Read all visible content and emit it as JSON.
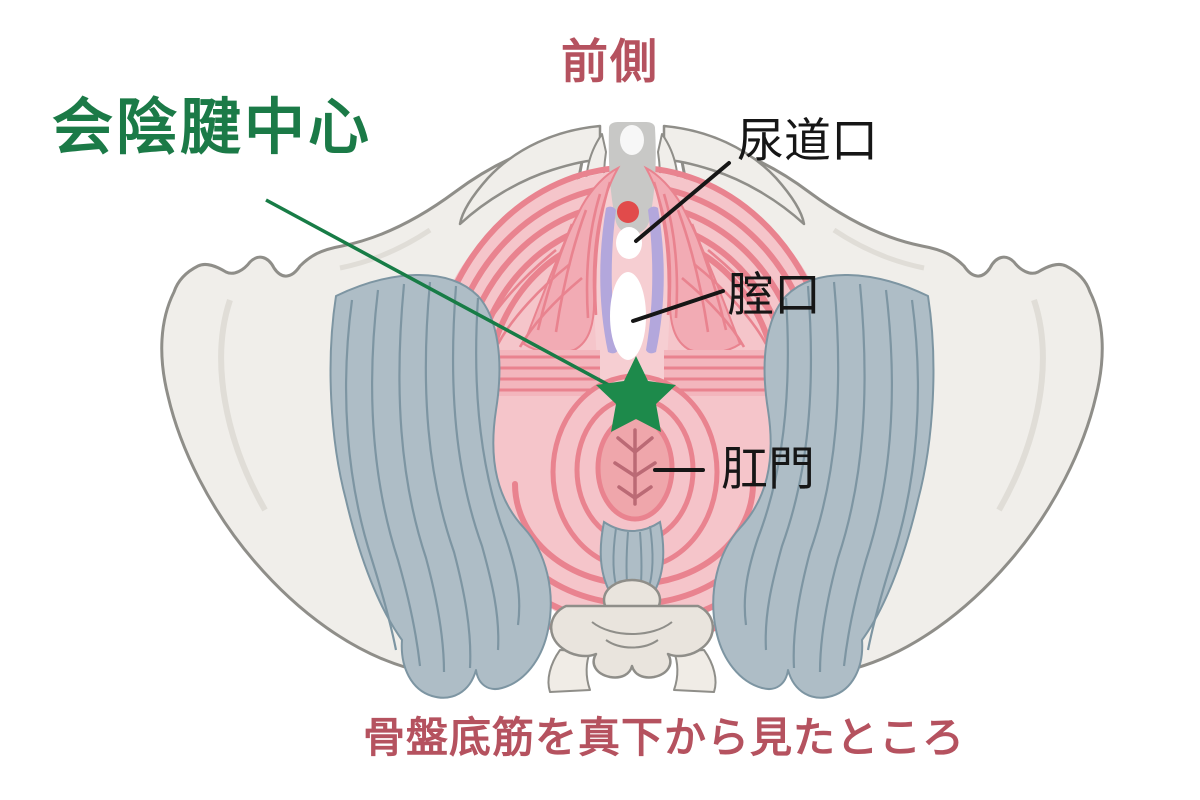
{
  "figure": {
    "type": "anatomical-diagram",
    "subject": "pelvic floor seen from directly below",
    "marker": "star"
  },
  "labels": {
    "front": "前側",
    "perineal_body": "会陰腱中心",
    "urethra": "尿道口",
    "vagina": "腟口",
    "anus": "肛門",
    "caption": "骨盤底筋を真下から見たところ"
  },
  "colors": {
    "background": "#ffffff",
    "rose_text": "#b5525f",
    "green_text": "#1b7a47",
    "label_black": "#161616",
    "star_green": "#1d8a4b",
    "leader_green": "#187c46",
    "muscle_pink_light": "#f5c5ca",
    "muscle_pink_stripe": "#e9838f",
    "wing_pink": "#f2abb4",
    "band_pink": "#f3b6bd",
    "inner_column_pink": "#f6ced2",
    "anus_fill": "#efa6ab",
    "anus_crease": "#bb6a75",
    "anus_ring_fill": "#f5c3c9",
    "muscle_blue_gray": "#aebdc6",
    "fan_stripe": "#7d95a2",
    "bone_fill": "#f0eeea",
    "bone_outline": "#8f8e89",
    "bone_shade": "#d8d5cf",
    "symphysis_gray": "#c8c8c6",
    "lavender": "#b3a7dc",
    "clitoris_red": "#e14b4b"
  }
}
